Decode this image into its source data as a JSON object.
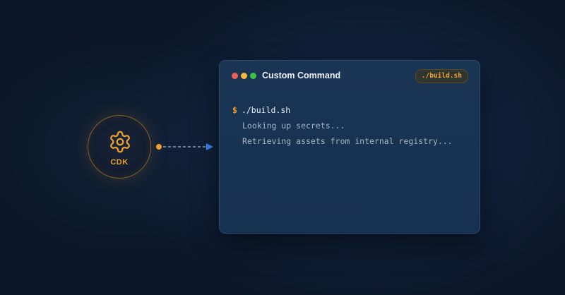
{
  "node": {
    "label": "CDK",
    "icon": "gear-icon",
    "color": "#f0a12b"
  },
  "connector": {
    "start_color": "#f0a12b",
    "arrow_color": "#3b82f6"
  },
  "terminal": {
    "title": "Custom Command",
    "badge": "./build.sh",
    "window_controls": [
      "close",
      "minimize",
      "maximize"
    ],
    "prompt_symbol": "$",
    "command": "./build.sh",
    "output_lines": [
      "Looking up secrets...",
      "Retrieving assets from internal registry..."
    ]
  },
  "colors": {
    "background": "#0b1729",
    "terminal_bg": "#1a3453",
    "accent": "#f0a12b",
    "text": "#eef3fa",
    "muted_text": "#a6b5c8"
  }
}
